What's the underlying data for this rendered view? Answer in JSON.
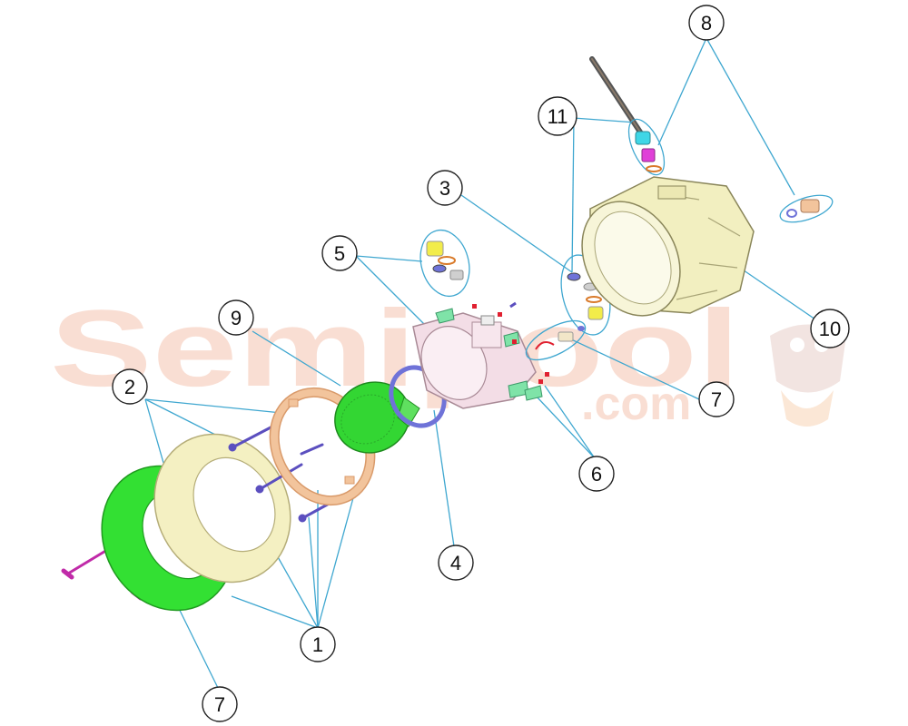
{
  "watermark": {
    "brand": "Semipool",
    "domain": ".com",
    "color": "#f9d9cc"
  },
  "callouts": [
    {
      "id": "1",
      "label": "1"
    },
    {
      "id": "2",
      "label": "2"
    },
    {
      "id": "3",
      "label": "3"
    },
    {
      "id": "4",
      "label": "4"
    },
    {
      "id": "5",
      "label": "5"
    },
    {
      "id": "6",
      "label": "6"
    },
    {
      "id": "7a",
      "label": "7"
    },
    {
      "id": "7b",
      "label": "7"
    },
    {
      "id": "8",
      "label": "8"
    },
    {
      "id": "9",
      "label": "9"
    },
    {
      "id": "10",
      "label": "10"
    },
    {
      "id": "11",
      "label": "11"
    }
  ],
  "colors": {
    "leader": "#3fa7d0",
    "outline": "#222222",
    "green": "#33e033",
    "cream": "#f4f0c2",
    "tan": "#f2c49c",
    "pink": "#f3dde6",
    "blue": "#6f73d8",
    "magenta": "#c02aa8",
    "housing": "#f2efc0"
  }
}
